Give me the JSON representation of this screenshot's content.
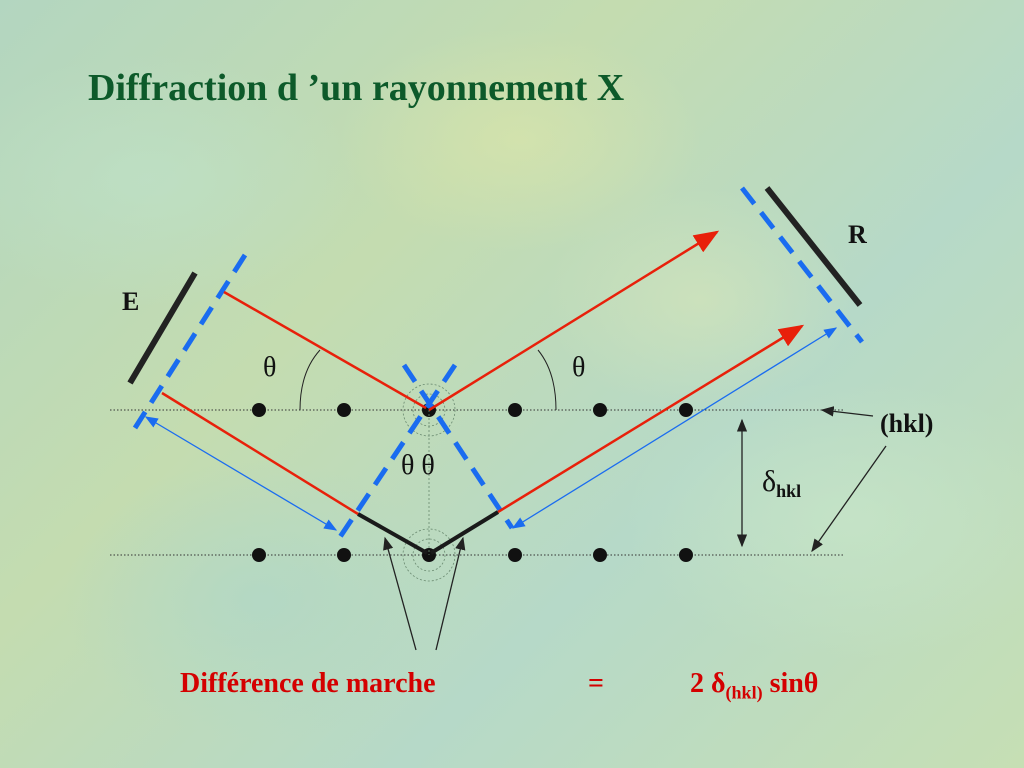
{
  "slide": {
    "title": "Diffraction d ’un rayonnement X"
  },
  "labels": {
    "emitter": "E",
    "receiver": "R",
    "plane": "(hkl)",
    "angle": "θ",
    "angle_pair": "θ θ",
    "spacing_symbol": "δ",
    "spacing_sub": "hkl"
  },
  "formula": {
    "label": "Différence de marche",
    "equals": "=",
    "coef": "2 δ",
    "sub": "(hkl)",
    "func": " sinθ"
  },
  "colors": {
    "title": "#0d5a2a",
    "incident_ray": "#e8200a",
    "wavefront": "#1a6cf0",
    "path_difference": "#1a1a1a",
    "formula": "#d40000"
  }
}
